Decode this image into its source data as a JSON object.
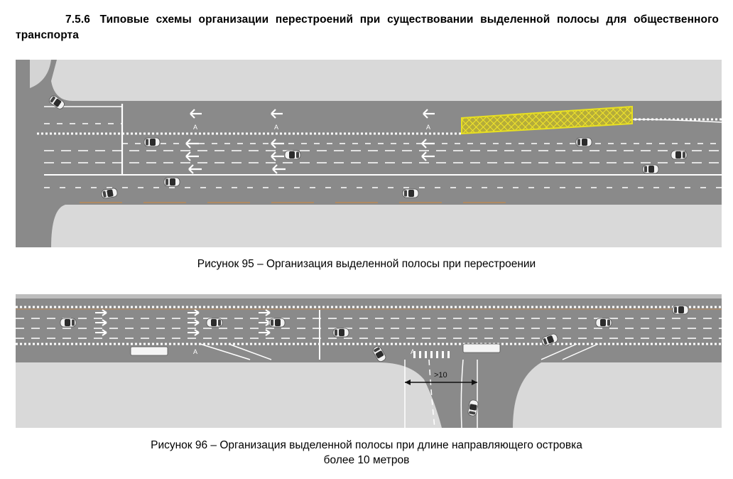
{
  "section": {
    "number": "7.5.6",
    "title": "Типовые схемы организации перестроений при существовании выделенной полосы для общественного транспорта"
  },
  "figures": [
    {
      "caption": "Рисунок 95 – Организация выделенной полосы при перестроении"
    },
    {
      "caption_line1": "Рисунок 96 – Организация выделенной полосы при длине направляющего островка",
      "caption_line2": "более 10 метров",
      "dimension_label": ">10"
    }
  ],
  "colors": {
    "asphalt": "#8b8b8b",
    "sidewalk": "#d8d8d8",
    "marking": "#ffffff",
    "hatch": "#e8e020",
    "curb_accent": "#c98a4a"
  }
}
